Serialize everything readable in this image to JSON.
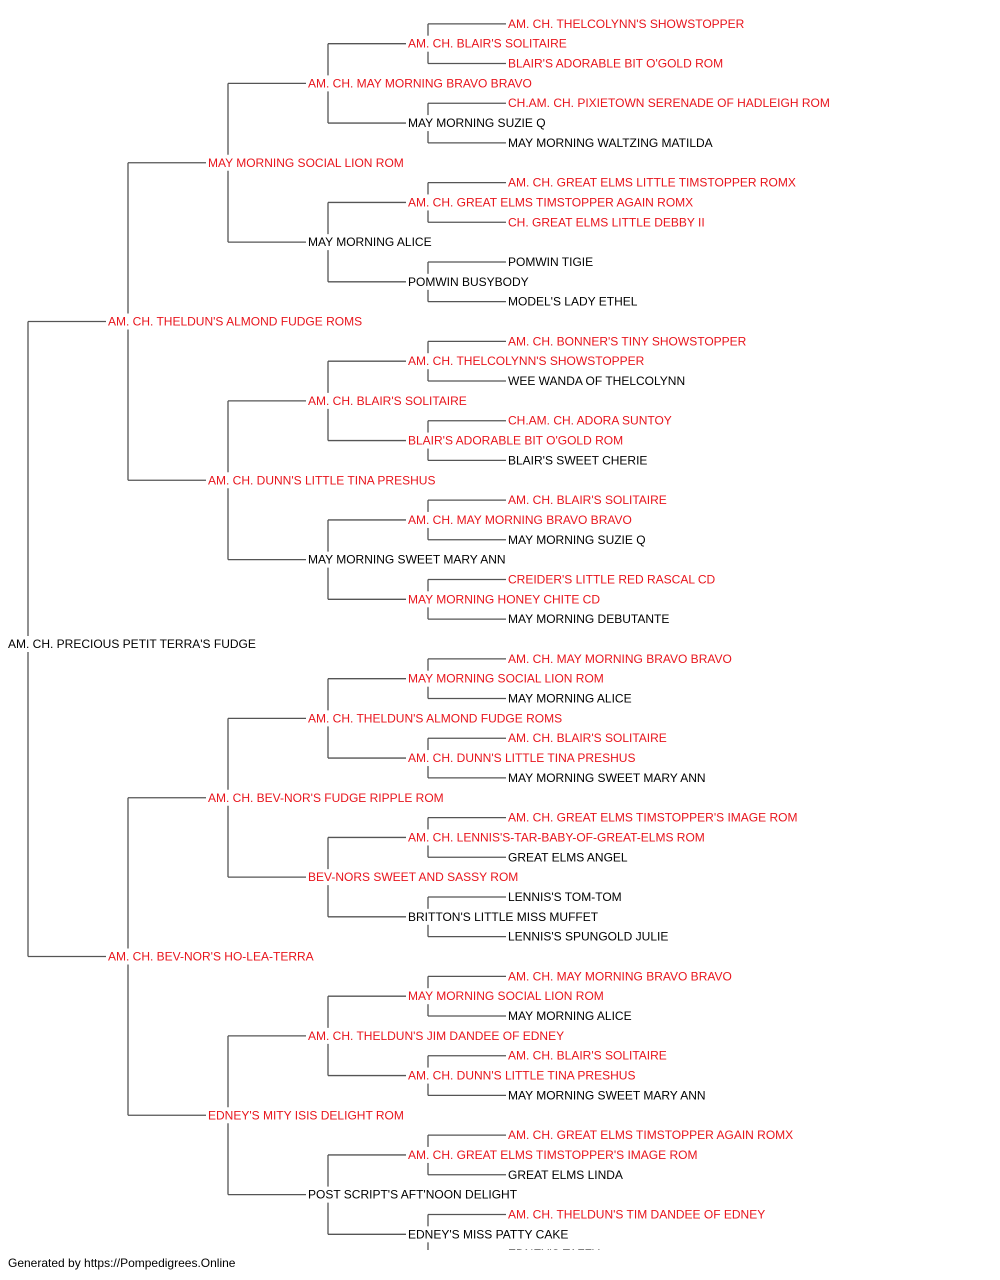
{
  "colors": {
    "champion": "#e8141c",
    "normal": "#000000",
    "line": "#555555"
  },
  "footer": "Generated by https://Pompedigrees.Online",
  "pedigree": {
    "name": "AM. CH. PRECIOUS PETIT TERRA'S FUDGE",
    "red": false,
    "sire": {
      "name": "AM. CH. THELDUN'S ALMOND FUDGE ROMS",
      "red": true,
      "sire": {
        "name": "MAY MORNING SOCIAL LION ROM",
        "red": true,
        "sire": {
          "name": "AM. CH. MAY MORNING BRAVO BRAVO",
          "red": true,
          "sire": {
            "name": "AM. CH. BLAIR'S SOLITAIRE",
            "red": true,
            "sire": {
              "name": "AM. CH. THELCOLYNN'S SHOWSTOPPER",
              "red": true
            },
            "dam": {
              "name": "BLAIR'S ADORABLE BIT O'GOLD ROM",
              "red": true
            }
          },
          "dam": {
            "name": "MAY MORNING SUZIE Q",
            "red": false,
            "sire": {
              "name": "CH.AM. CH. PIXIETOWN SERENADE OF HADLEIGH ROM",
              "red": true
            },
            "dam": {
              "name": "MAY MORNING WALTZING MATILDA",
              "red": false
            }
          }
        },
        "dam": {
          "name": "MAY MORNING ALICE",
          "red": false,
          "sire": {
            "name": "AM. CH. GREAT ELMS TIMSTOPPER AGAIN ROMX",
            "red": true,
            "sire": {
              "name": "AM. CH. GREAT ELMS LITTLE TIMSTOPPER ROMX",
              "red": true
            },
            "dam": {
              "name": "CH. GREAT ELMS LITTLE DEBBY II",
              "red": true
            }
          },
          "dam": {
            "name": "POMWIN BUSYBODY",
            "red": false,
            "sire": {
              "name": "POMWIN TIGIE",
              "red": false
            },
            "dam": {
              "name": "MODEL'S LADY ETHEL",
              "red": false
            }
          }
        }
      },
      "dam": {
        "name": "AM. CH. DUNN'S LITTLE TINA PRESHUS",
        "red": true,
        "sire": {
          "name": "AM. CH. BLAIR'S SOLITAIRE",
          "red": true,
          "sire": {
            "name": "AM. CH. THELCOLYNN'S SHOWSTOPPER",
            "red": true,
            "sire": {
              "name": "AM. CH. BONNER'S TINY SHOWSTOPPER",
              "red": true
            },
            "dam": {
              "name": "WEE WANDA OF THELCOLYNN",
              "red": false
            }
          },
          "dam": {
            "name": "BLAIR'S ADORABLE BIT O'GOLD ROM",
            "red": true,
            "sire": {
              "name": "CH.AM. CH. ADORA SUNTOY",
              "red": true
            },
            "dam": {
              "name": "BLAIR'S SWEET CHERIE",
              "red": false
            }
          }
        },
        "dam": {
          "name": "MAY MORNING SWEET MARY ANN",
          "red": false,
          "sire": {
            "name": "AM. CH. MAY MORNING BRAVO BRAVO",
            "red": true,
            "sire": {
              "name": "AM. CH. BLAIR'S SOLITAIRE",
              "red": true
            },
            "dam": {
              "name": "MAY MORNING SUZIE Q",
              "red": false
            }
          },
          "dam": {
            "name": "MAY MORNING HONEY CHITE CD",
            "red": true,
            "sire": {
              "name": "CREIDER'S LITTLE RED RASCAL CD",
              "red": true
            },
            "dam": {
              "name": "MAY MORNING DEBUTANTE",
              "red": false
            }
          }
        }
      }
    },
    "dam": {
      "name": "AM. CH. BEV-NOR'S HO-LEA-TERRA",
      "red": true,
      "sire": {
        "name": "AM. CH. BEV-NOR'S FUDGE RIPPLE ROM",
        "red": true,
        "sire": {
          "name": "AM. CH. THELDUN'S ALMOND FUDGE ROMS",
          "red": true,
          "sire": {
            "name": "MAY MORNING SOCIAL LION ROM",
            "red": true,
            "sire": {
              "name": "AM. CH. MAY MORNING BRAVO BRAVO",
              "red": true
            },
            "dam": {
              "name": "MAY MORNING ALICE",
              "red": false
            }
          },
          "dam": {
            "name": "AM. CH. DUNN'S LITTLE TINA PRESHUS",
            "red": true,
            "sire": {
              "name": "AM. CH. BLAIR'S SOLITAIRE",
              "red": true
            },
            "dam": {
              "name": "MAY MORNING SWEET MARY ANN",
              "red": false
            }
          }
        },
        "dam": {
          "name": "BEV-NORS SWEET AND SASSY ROM",
          "red": true,
          "sire": {
            "name": "AM. CH. LENNIS'S-TAR-BABY-OF-GREAT-ELMS ROM",
            "red": true,
            "sire": {
              "name": "AM. CH. GREAT ELMS TIMSTOPPER'S IMAGE ROM",
              "red": true
            },
            "dam": {
              "name": "GREAT ELMS ANGEL",
              "red": false
            }
          },
          "dam": {
            "name": "BRITTON'S LITTLE MISS MUFFET",
            "red": false,
            "sire": {
              "name": "LENNIS'S TOM-TOM",
              "red": false
            },
            "dam": {
              "name": "LENNIS'S SPUNGOLD JULIE",
              "red": false
            }
          }
        }
      },
      "dam": {
        "name": "EDNEY'S MITY ISIS DELIGHT ROM",
        "red": true,
        "sire": {
          "name": "AM. CH. THELDUN'S JIM DANDEE OF EDNEY",
          "red": true,
          "sire": {
            "name": "MAY MORNING SOCIAL LION ROM",
            "red": true,
            "sire": {
              "name": "AM. CH. MAY MORNING BRAVO BRAVO",
              "red": true
            },
            "dam": {
              "name": "MAY MORNING ALICE",
              "red": false
            }
          },
          "dam": {
            "name": "AM. CH. DUNN'S LITTLE TINA PRESHUS",
            "red": true,
            "sire": {
              "name": "AM. CH. BLAIR'S SOLITAIRE",
              "red": true
            },
            "dam": {
              "name": "MAY MORNING SWEET MARY ANN",
              "red": false
            }
          }
        },
        "dam": {
          "name": "POST SCRIPT'S AFT'NOON DELIGHT",
          "red": false,
          "sire": {
            "name": "AM. CH. GREAT ELMS TIMSTOPPER'S IMAGE ROM",
            "red": true,
            "sire": {
              "name": "AM. CH. GREAT ELMS TIMSTOPPER AGAIN ROMX",
              "red": true
            },
            "dam": {
              "name": "GREAT ELMS LINDA",
              "red": false
            }
          },
          "dam": {
            "name": "EDNEY'S MISS PATTY CAKE",
            "red": false,
            "sire": {
              "name": "AM. CH. THELDUN'S TIM DANDEE OF EDNEY",
              "red": true
            },
            "dam": {
              "name": "EDNEY'S TAFFY",
              "red": false
            }
          }
        }
      }
    }
  }
}
